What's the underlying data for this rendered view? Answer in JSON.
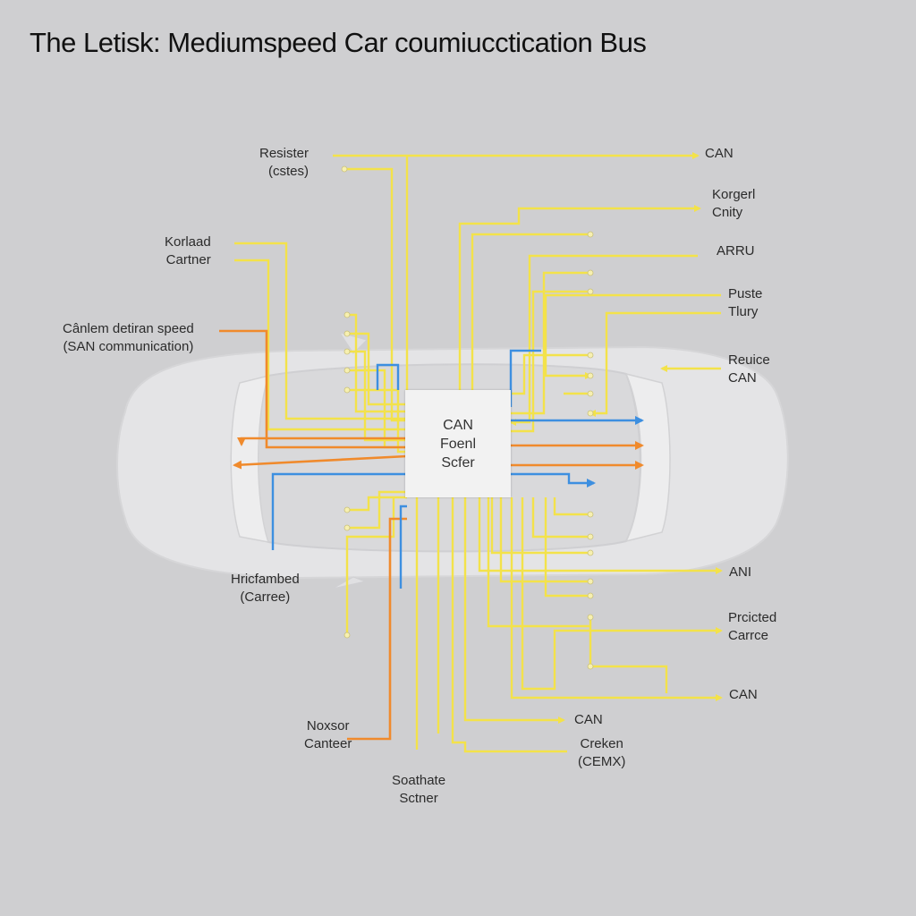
{
  "title": "The Letisk: Mediumspeed Car coumiucctication Bus",
  "center_module": {
    "line1": "CAN",
    "line2": "Foenl",
    "line3": "Scfer"
  },
  "labels_left": {
    "resister": [
      "Resister",
      "(cstes)"
    ],
    "korlaad": [
      "Korlaad",
      "Cartner"
    ],
    "canlem": [
      "Cânlem detiran speed",
      "(SAN communication)"
    ],
    "hricfambed": [
      "Hricfambed",
      "(Carree)"
    ],
    "noxsor": [
      "Noxsor",
      "Canteer"
    ],
    "soathate": [
      "Soathate",
      "Sctner"
    ]
  },
  "labels_right": {
    "can_top": "CAN",
    "korgerl": [
      "Korgerl",
      "Cnity"
    ],
    "arru": "ARRU",
    "puste": [
      "Puste",
      "Tlury"
    ],
    "reuice": [
      "Reuice",
      "CAN"
    ],
    "ani": "ANI",
    "prcicted": [
      "Prcicted",
      "Carrce"
    ],
    "can_low": "CAN",
    "can_bottom": "CAN",
    "creken": [
      "Creken",
      "(CEMX)"
    ]
  },
  "colors": {
    "background": "#cfcfd1",
    "wire_yellow": "#f3e24a",
    "wire_orange": "#f08a2c",
    "wire_blue": "#3d8fe0",
    "car_body": "#e4e4e6"
  }
}
